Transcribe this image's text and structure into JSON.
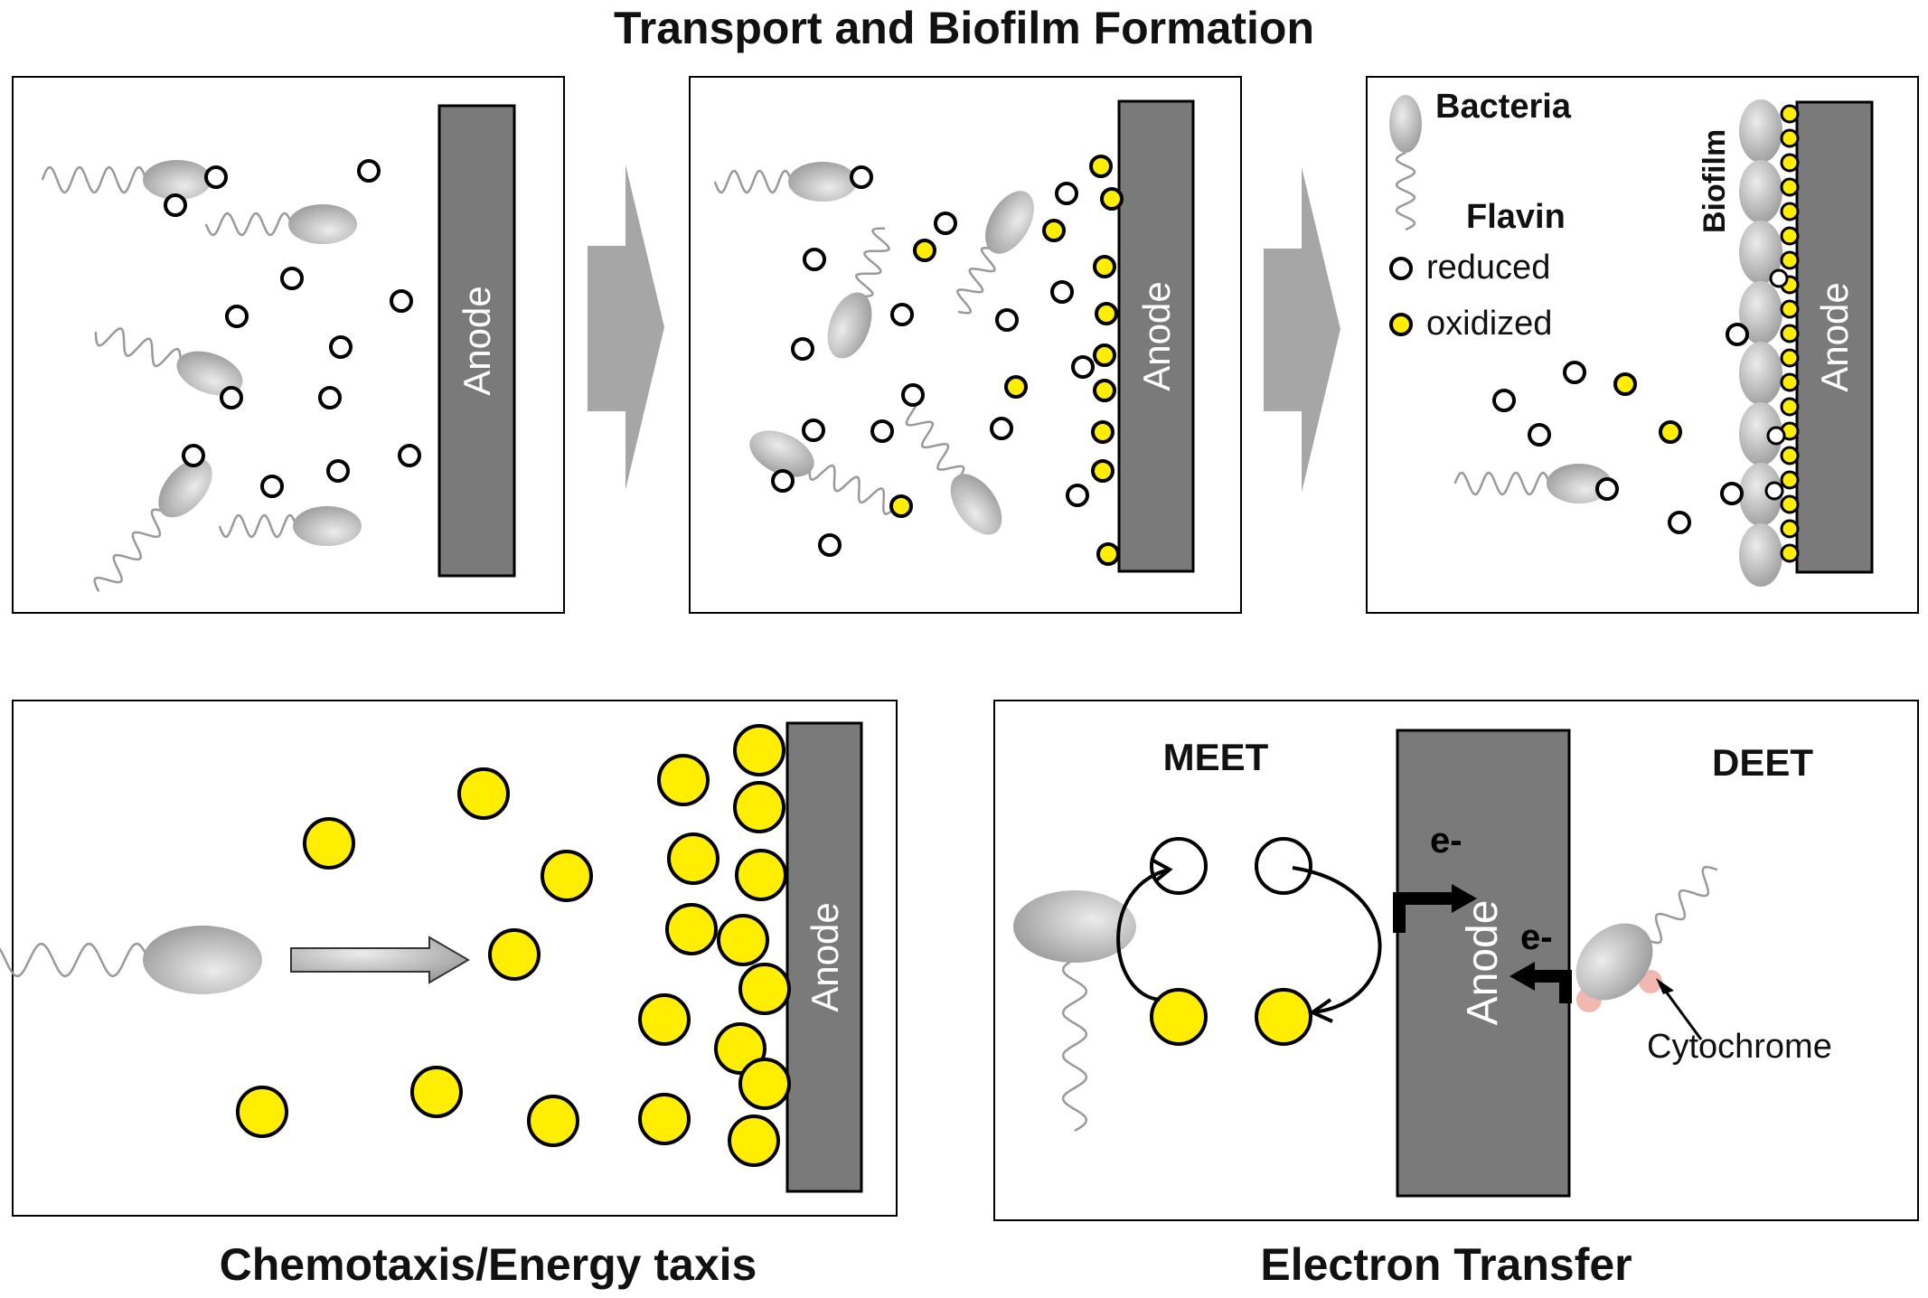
{
  "titles": {
    "top": "Transport and Biofilm Formation",
    "bottom_left": "Chemotaxis/Energy taxis",
    "bottom_right": "Electron Transfer"
  },
  "labels": {
    "anode": "Anode",
    "bacteria": "Bacteria",
    "flavin": "Flavin",
    "reduced": "reduced",
    "oxidized": "oxidized",
    "biofilm": "Biofilm",
    "meet": "MEET",
    "deet": "DEET",
    "electron": "e-",
    "cytochrome": "Cytochrome"
  },
  "colors": {
    "anode_fill": "#7a7a7a",
    "oxidized_flavin": "#ffee00",
    "reduced_flavin": "#ffffff",
    "bacteria": "#b8b8b8",
    "cytochrome": "#f2b8b0",
    "arrow_gray": "#a6a6a6"
  }
}
